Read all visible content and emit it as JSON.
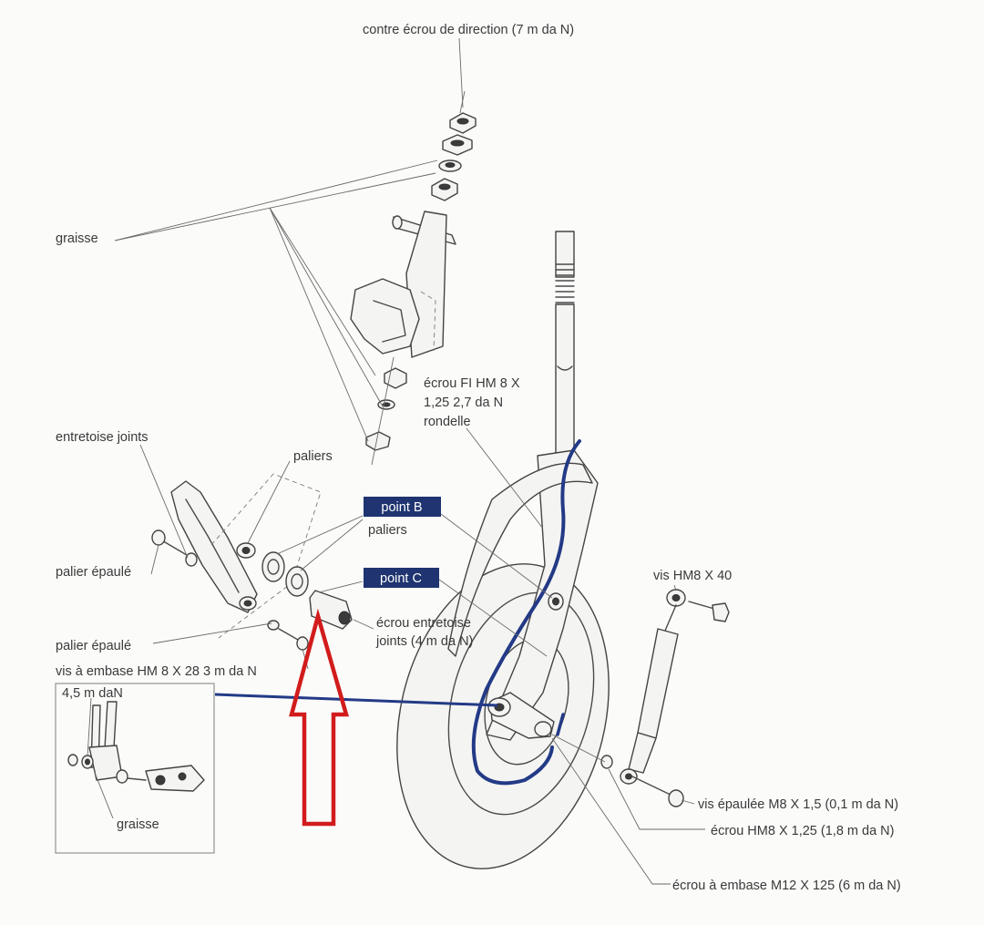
{
  "labels": {
    "contre_ecrou": "contre écrou de direction  (7 m da N)",
    "graisse_top": "graisse",
    "ecrou_fi_1": "écrou FI HM 8 X",
    "ecrou_fi_2": "1,25  2,7 da N",
    "rondelle": "rondelle",
    "entretoise_joints": "entretoise joints",
    "paliers_top": "paliers",
    "paliers_mid": "paliers",
    "palier_epaule_1": "palier épaulé",
    "palier_epaule_2": "palier épaulé",
    "vis_embase": "vis à embase HM  8  X  28  3 m da N",
    "inset_torque": "4,5 m daN",
    "graisse_inset": "graisse",
    "ecrou_entretoise_1": "écrou  entretoise",
    "ecrou_entretoise_2": "joints (4 m da N)",
    "vis_hm8": "vis HM8  X 40",
    "vis_epaulee": "vis épaulée M8 X 1,5  (0,1 m da N)",
    "ecrou_hm8": "écrou HM8  X  1,25  (1,8 m da N)",
    "ecrou_embase": "écrou à embase M12 X 125 (6 m da N)"
  },
  "badges": {
    "point_b": "point B",
    "point_c": "point C"
  },
  "colors": {
    "badge": "#1f3470",
    "highlight_line": "#233a86",
    "arrow": "#d21c1c"
  }
}
